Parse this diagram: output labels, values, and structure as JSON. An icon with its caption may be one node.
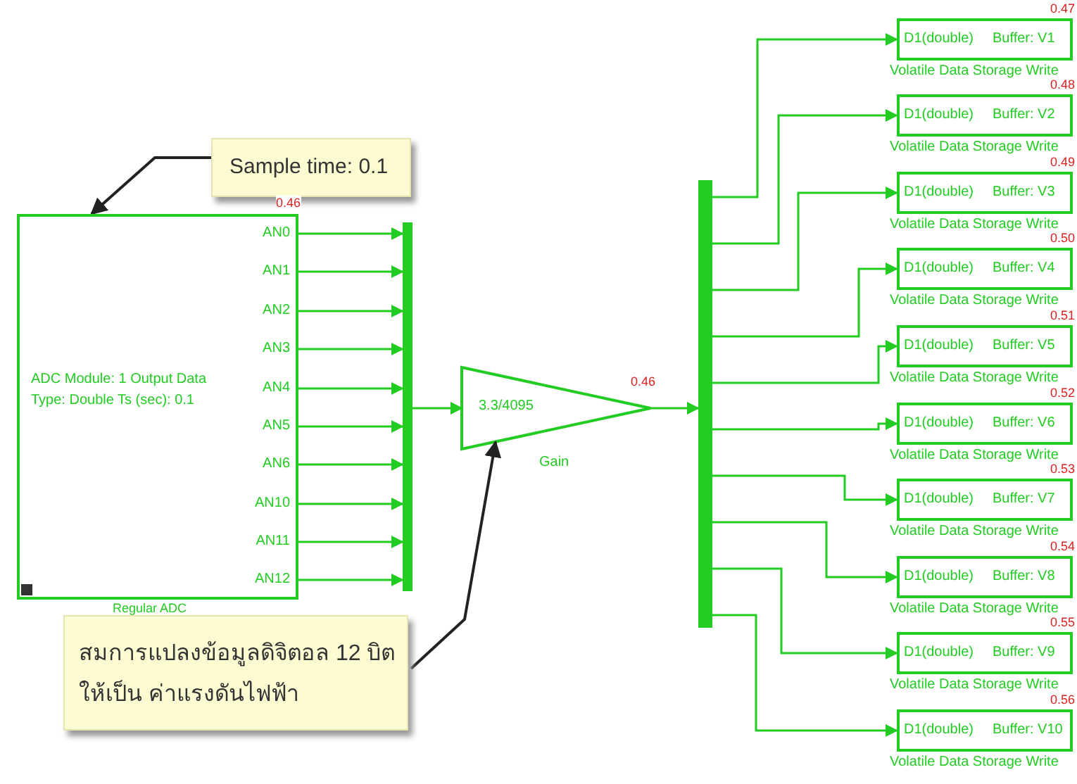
{
  "diagram": {
    "nodes": [
      {
        "text": [
          "ADC Module: 1 Output Data Type: Double Ts (sec): 0.1",
          "AN0",
          "AN1",
          "AN2",
          "AN3",
          "AN4",
          "AN5",
          "AN6",
          "AN10",
          "AN11",
          "AN12"
        ],
        "beside": [
          "Regular ADC"
        ]
      },
      {
        "text": [],
        "shape": "bar"
      },
      {
        "text": [
          "3.3/4095"
        ],
        "beside": [
          "Gain"
        ]
      },
      {
        "text": [],
        "shape": "bar"
      },
      {
        "text": [
          "D1(double)",
          "Buffer: V1"
        ],
        "beside": [
          "Volatile Data Storage Write"
        ]
      },
      {
        "text": [
          "D1(double)",
          "Buffer: V2"
        ],
        "beside": [
          "Volatile Data Storage Write"
        ]
      },
      {
        "text": [
          "D1(double)",
          "Buffer: V3"
        ],
        "beside": [
          "Volatile Data Storage Write"
        ]
      },
      {
        "text": [
          "D1(double)",
          "Buffer: V4"
        ],
        "beside": [
          "Volatile Data Storage Write"
        ]
      },
      {
        "text": [
          "D1(double)",
          "Buffer: V5"
        ],
        "beside": [
          "Volatile Data Storage Write"
        ]
      },
      {
        "text": [
          "D1(double)",
          "Buffer: V6"
        ],
        "beside": [
          "Volatile Data Storage Write"
        ]
      },
      {
        "text": [
          "D1(double)",
          "Buffer: V7"
        ],
        "beside": [
          "Volatile Data Storage Write"
        ]
      },
      {
        "text": [
          "D1(double)",
          "Buffer: V8"
        ],
        "beside": [
          "Volatile Data Storage Write"
        ]
      },
      {
        "text": [
          "D1(double)",
          "Buffer: V9"
        ],
        "beside": [
          "Volatile Data Storage Write"
        ]
      },
      {
        "text": [
          "D1(double)",
          "Buffer: V10"
        ],
        "beside": [
          "Volatile Data Storage Write"
        ]
      },
      {
        "text": [
          "Sample time: 0.1"
        ]
      },
      {
        "text": [
          "สมการแปลงข้อมูลดิจิตอล 12 บิต ให้เป็น ค่าแรงดันไฟฟ้า"
        ]
      }
    ],
    "edges": [
      {
        "from": 0,
        "to": 1,
        "arrow": "to"
      },
      {
        "from": 0,
        "to": 1,
        "arrow": "to"
      },
      {
        "from": 0,
        "to": 1,
        "arrow": "to"
      },
      {
        "from": 0,
        "to": 1,
        "arrow": "to"
      },
      {
        "from": 0,
        "to": 1,
        "arrow": "to"
      },
      {
        "from": 0,
        "to": 1,
        "arrow": "to"
      },
      {
        "from": 0,
        "to": 1,
        "arrow": "to"
      },
      {
        "from": 0,
        "to": 1,
        "arrow": "to"
      },
      {
        "from": 0,
        "to": 1,
        "arrow": "to"
      },
      {
        "from": 0,
        "to": 1,
        "arrow": "to"
      },
      {
        "from": 1,
        "to": 2,
        "arrow": "to"
      },
      {
        "from": 2,
        "to": 3,
        "arrow": "to"
      },
      {
        "from": 3,
        "to": 4,
        "arrow": "to"
      },
      {
        "from": 3,
        "to": 5,
        "arrow": "to"
      },
      {
        "from": 3,
        "to": 6,
        "arrow": "to"
      },
      {
        "from": 3,
        "to": 7,
        "arrow": "to"
      },
      {
        "from": 3,
        "to": 8,
        "arrow": "to"
      },
      {
        "from": 3,
        "to": 9,
        "arrow": "to"
      },
      {
        "from": 3,
        "to": 10,
        "arrow": "to"
      },
      {
        "from": 3,
        "to": 11,
        "arrow": "to"
      },
      {
        "from": 3,
        "to": 12,
        "arrow": "to"
      },
      {
        "from": 3,
        "to": 13,
        "arrow": "to"
      },
      {
        "from": 14,
        "to": 0,
        "arrow": "to",
        "color": "#222222"
      },
      {
        "from": 15,
        "to": 2,
        "arrow": "to",
        "color": "#222222"
      }
    ],
    "labels": [
      "0.46",
      "0.46",
      "0.47",
      "0.48",
      "0.49",
      "0.50",
      "0.51",
      "0.52",
      "0.53",
      "0.54",
      "0.55",
      "0.56"
    ]
  }
}
